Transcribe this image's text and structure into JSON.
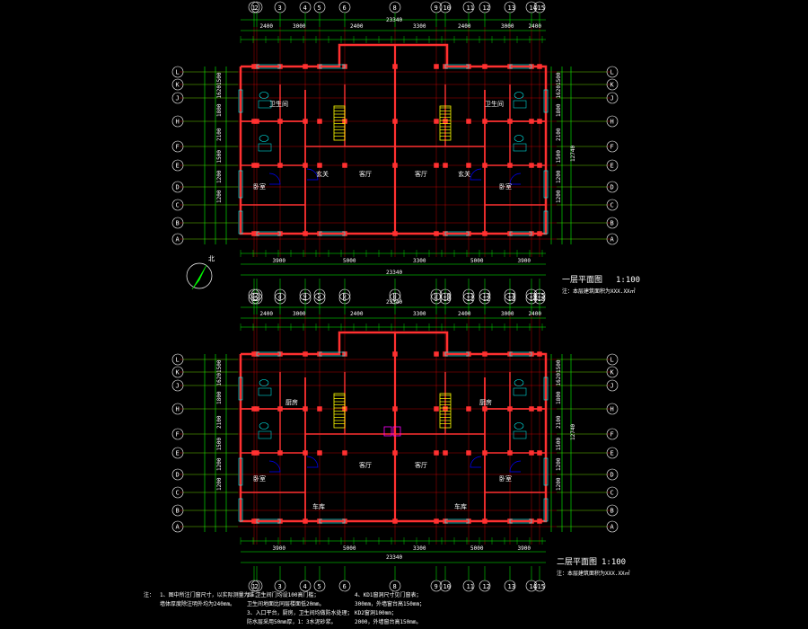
{
  "colors": {
    "background": "#000000",
    "dimension": "#00ff00",
    "wall": "#ff3030",
    "axis": "#ff0000",
    "window": "#00ffff",
    "text": "#ffffff",
    "stair": "#ffff00",
    "door": "#0000ff",
    "fixture": "#ff00ff"
  },
  "icons": {
    "north_arrow": "north-arrow-icon",
    "axis_bubble": "axis-bubble-icon"
  },
  "grid": {
    "vertical_labels": [
      "1",
      "2",
      "3",
      "4",
      "5",
      "6",
      "8",
      "9",
      "10",
      "11",
      "12",
      "13",
      "14",
      "15"
    ],
    "horizontal_labels": [
      "L",
      "K",
      "J",
      "H",
      "F",
      "E",
      "D",
      "C",
      "B",
      "A"
    ]
  },
  "dimensions": {
    "top_total": "23340",
    "top_row": [
      "2400",
      "3000",
      "2400",
      "3300",
      "2400",
      "3000",
      "2400"
    ],
    "bottom_row": [
      "3900",
      "5000",
      "3300",
      "5000",
      "3900"
    ],
    "bottom_total": "23340",
    "side_total": "12740",
    "left_col": [
      "1500",
      "1620",
      "1800",
      "2100",
      "1500",
      "1200",
      "1200"
    ]
  },
  "north": {
    "label": "北"
  },
  "plans": [
    {
      "title": "一层平面图",
      "scale": "1:100",
      "note": "注：本层建筑面积为XXX.XX㎡"
    },
    {
      "title": "二层平面图",
      "scale": "1:100",
      "note": "注：本层建筑面积为XXX.XX㎡"
    }
  ],
  "rooms": {
    "bed": "卧室",
    "living": "客厅",
    "kitchen": "厨房",
    "bath": "卫生间",
    "entry": "玄关",
    "garage": "车库"
  },
  "notes": {
    "label": "注：",
    "n1": "1、图中所注门窗尺寸，以实际测量为准；",
    "n1b": "墙体厚度除注明外均为240mm。",
    "n2": "2、卫生间门均设100高门槛；",
    "n2b": "卫生间地面比同层楼面低20mm。",
    "n3": "3、入口平台，厨房，卫生间均做防水处理；",
    "n3b": "防水层采用50mm厚，1：3水泥砂浆。",
    "n4": "4、KD1窗洞尺寸见门窗表；",
    "n4b": "300mm，外墙窗台高150mm；",
    "n4c": "KD2窗洞100mm；",
    "n4d": "2000，外墙窗台高150mm。"
  }
}
